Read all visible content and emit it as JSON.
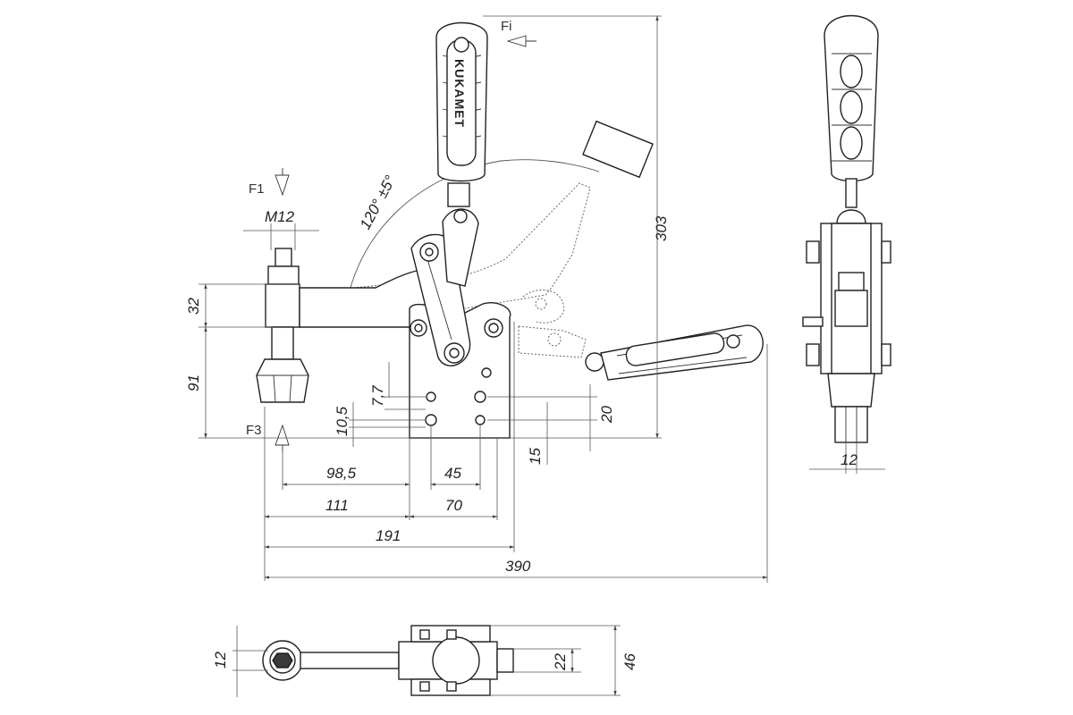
{
  "drawing": {
    "brand_text": "KUKAMET",
    "forces": {
      "fi": "Fi",
      "f1": "F1",
      "f3": "F3"
    },
    "angle": "120° ±5°",
    "thread": "M12",
    "dimensions": {
      "d303": "303",
      "d32": "32",
      "d91": "91",
      "d7_7": "7,7",
      "d10_5": "10,5",
      "d20": "20",
      "d15": "15",
      "d98_5": "98,5",
      "d45": "45",
      "d111": "111",
      "d70": "70",
      "d191": "191",
      "d390": "390",
      "d12_side": "12",
      "d12_top": "12",
      "d22": "22",
      "d46": "46"
    }
  }
}
